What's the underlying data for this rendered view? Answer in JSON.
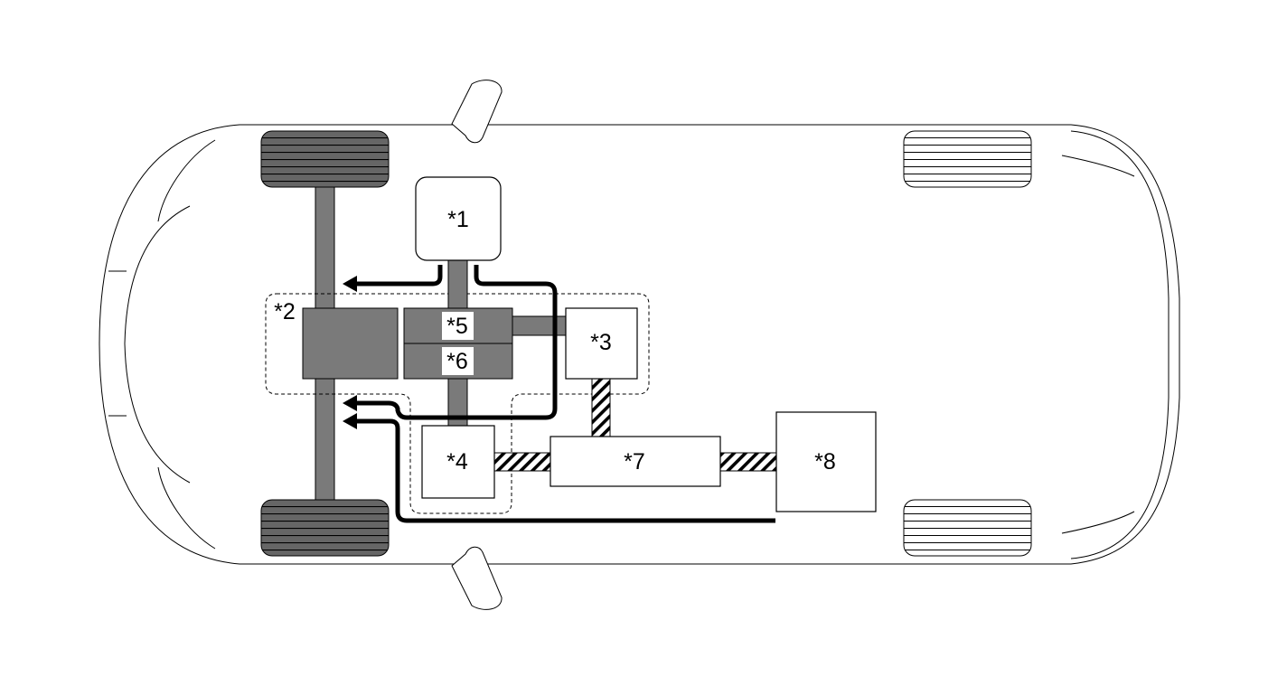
{
  "labels": {
    "engine": "*1",
    "transaxle": "*2",
    "generator": "*3",
    "motor": "*4",
    "part5": "*5",
    "part6": "*6",
    "inverter": "*7",
    "battery": "*8"
  },
  "colors": {
    "component_fill": "#7a7a7a",
    "line": "#000000",
    "background": "#ffffff"
  }
}
